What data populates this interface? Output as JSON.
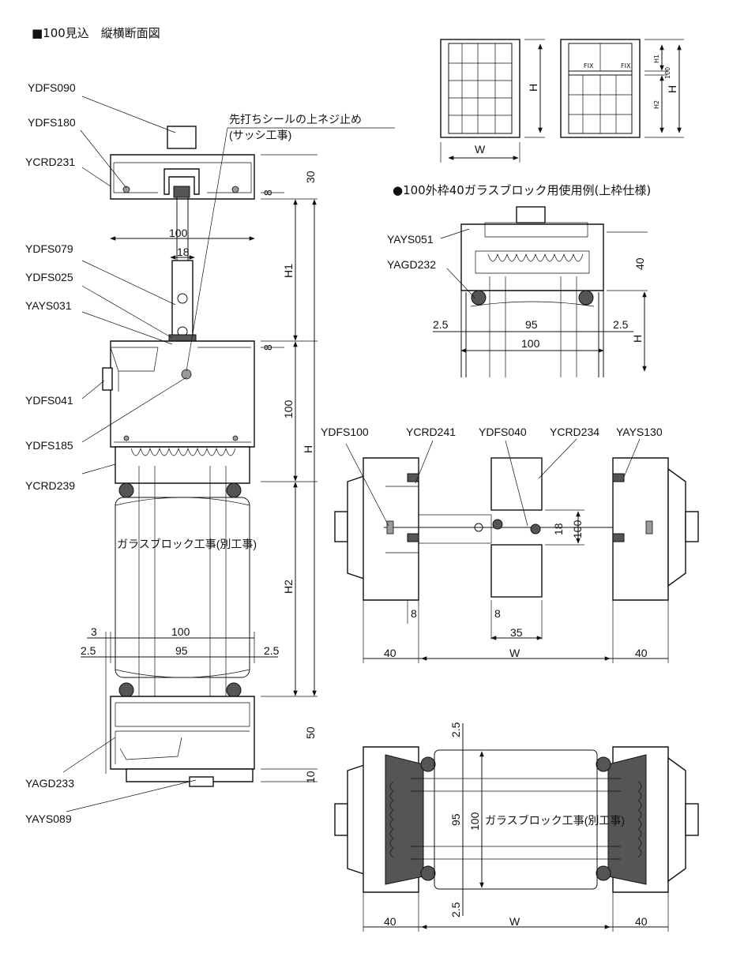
{
  "title": "■100見込　縦横断面図",
  "subtitle": "●100外枠40ガラスブロック用使用例(上枠仕様)",
  "note": {
    "line1": "先打ちシールの上ネジ止め",
    "line2": "(サッシ工事)"
  },
  "glass_block_label": "ガラスブロック工事(別工事)",
  "elevations": {
    "fix1": "FIX",
    "fix2": "FIX",
    "w": "W",
    "h": "H",
    "h1": "H1",
    "h2": "H2",
    "d100": "100"
  },
  "vertical_labels": {
    "ydfs090": "YDFS090",
    "ydfs180": "YDFS180",
    "ycrd231": "YCRD231",
    "ydfs079": "YDFS079",
    "ydfs025": "YDFS025",
    "yays031": "YAYS031",
    "ydfs041": "YDFS041",
    "ydfs185": "YDFS185",
    "ycrd239": "YCRD239",
    "yagd233": "YAGD233",
    "yays089": "YAYS089"
  },
  "vertical_dims": {
    "d30": "30",
    "d8a": "8",
    "d100a": "100",
    "d18": "18",
    "h1": "H1",
    "d8b": "8",
    "d100b": "100",
    "h": "H",
    "h2": "H2",
    "d3": "3",
    "d100c": "100",
    "d25a": "2.5",
    "d95": "95",
    "d25b": "2.5",
    "d50": "50",
    "d10": "10"
  },
  "top_detail": {
    "yays051": "YAYS051",
    "yagd232": "YAGD232",
    "d40": "40",
    "d25a": "2.5",
    "d95": "95",
    "d25b": "2.5",
    "d100": "100",
    "h": "H"
  },
  "horizontal_labels": {
    "ydfs100": "YDFS100",
    "ycrd241": "YCRD241",
    "ydfs040": "YDFS040",
    "ycrd234": "YCRD234",
    "yays130": "YAYS130"
  },
  "horizontal_dims": {
    "d18": "18",
    "d100": "100",
    "d8a": "8",
    "d8b": "8",
    "d35": "35",
    "d40a": "40",
    "w": "W",
    "d40b": "40"
  },
  "bottom_dims": {
    "d25a": "2.5",
    "d95": "95",
    "d100": "100",
    "d25b": "2.5",
    "d40a": "40",
    "w": "W",
    "d40b": "40"
  }
}
